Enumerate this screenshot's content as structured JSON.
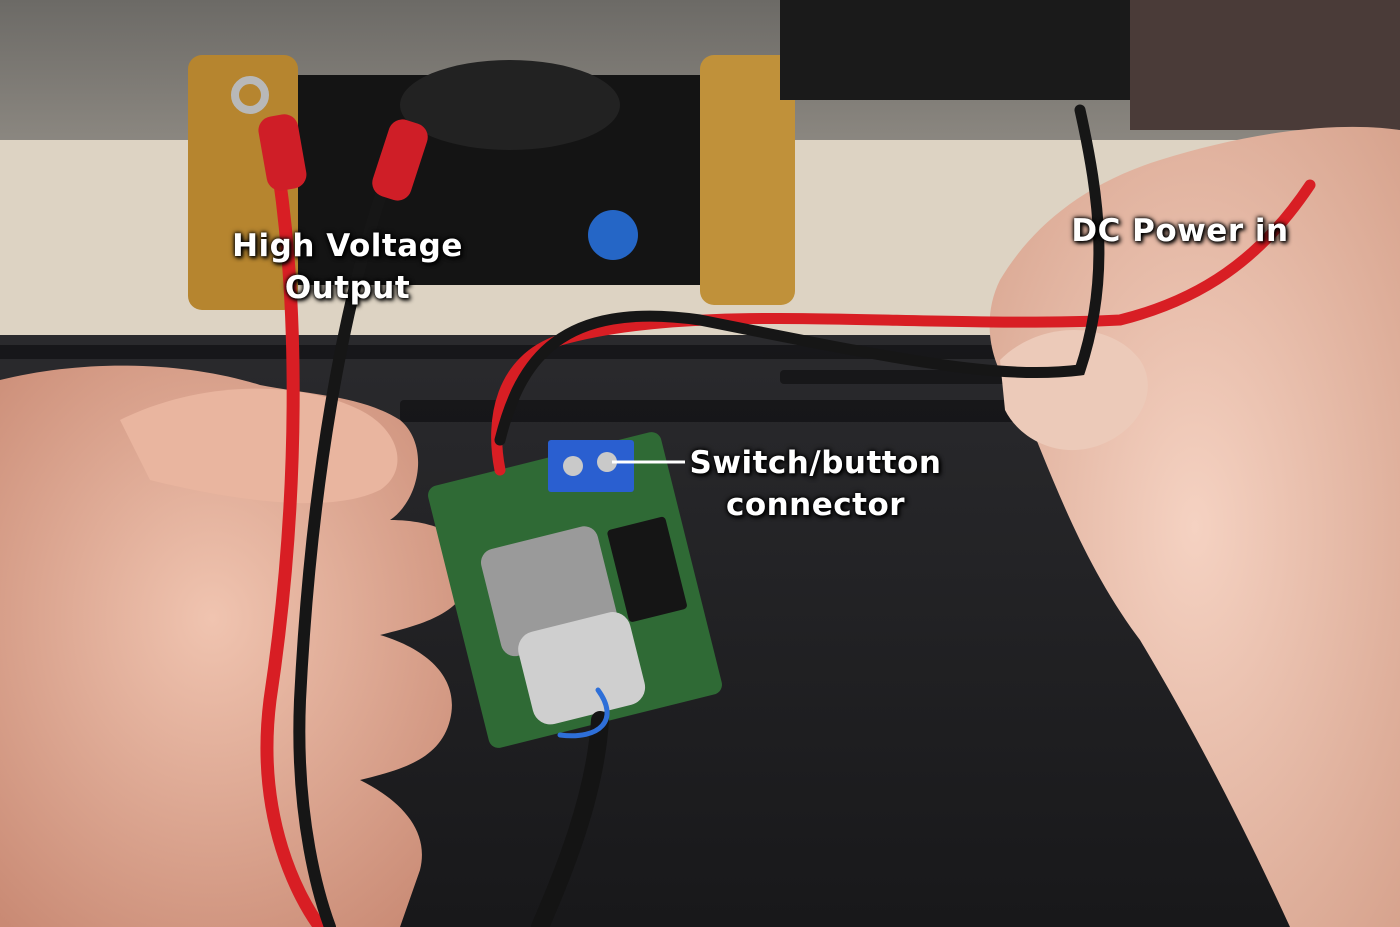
{
  "labels": {
    "high_voltage": {
      "line1": "High Voltage",
      "line2": "Output"
    },
    "dc_power": "DC Power in",
    "switch_connector": {
      "line1": "Switch/button",
      "line2": "connector"
    }
  },
  "colors": {
    "label_text": "#ffffff",
    "wire_red": "#d81e24",
    "wire_black": "#161616",
    "pcb_green": "#2f6a35",
    "terminal_blue": "#2a5fd0",
    "mat_dark": "#1c1c1e",
    "skin": "#e8b5a0"
  }
}
